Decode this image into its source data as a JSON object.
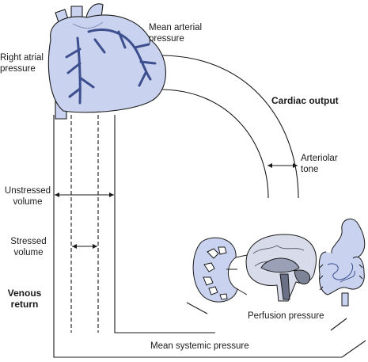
{
  "labels": {
    "right_atrial_pressure": [
      "Right atrial",
      "pressure"
    ],
    "mean_arterial_pressure": [
      "Mean arterial",
      "pressure"
    ],
    "cardiac_output": "Cardiac output",
    "arteriolar_tone": [
      "Arteriolar",
      "tone"
    ],
    "unstressed_volume": [
      "Unstressed",
      "volume"
    ],
    "stressed_volume": [
      "Stressed",
      "volume"
    ],
    "venous_return": [
      "Venous",
      "return"
    ],
    "perfusion_pressure": "Perfusion pressure",
    "mean_systemic_pressure": "Mean systemic pressure"
  },
  "colors": {
    "organ_fill": "#c9d2ee",
    "vessel": "#3d4f8f",
    "line": "#1a1a1a"
  },
  "icons": [
    "heart-illustration",
    "kidney-illustration",
    "brain-illustration",
    "stomach-intestine-illustration"
  ]
}
